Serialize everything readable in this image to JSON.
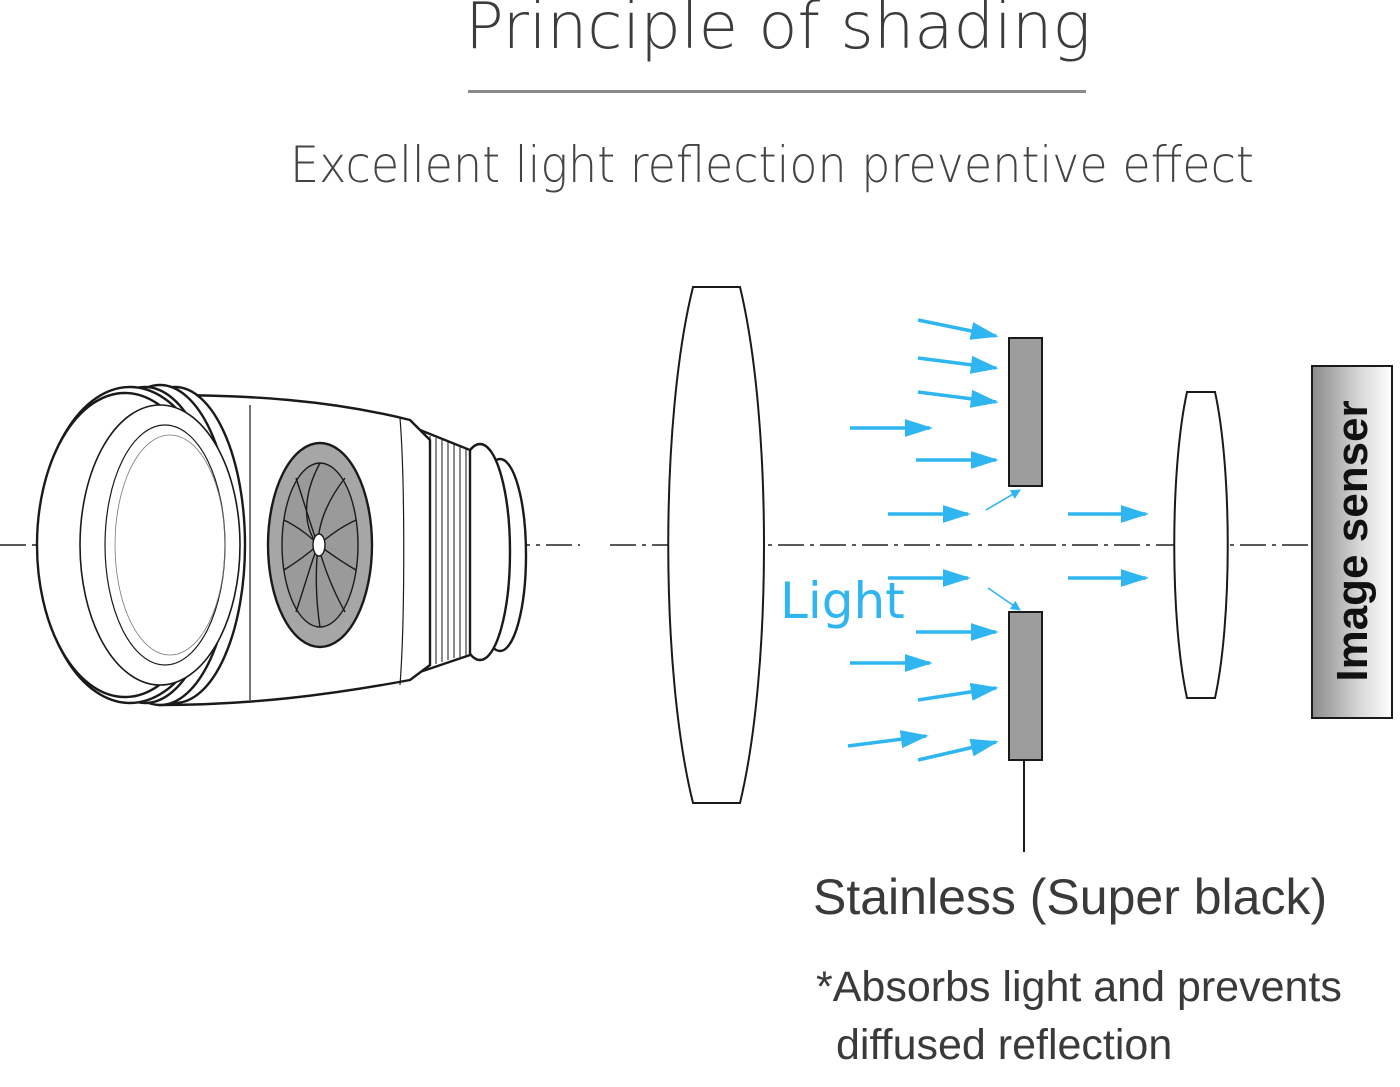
{
  "title": "Principle of shading",
  "subtitle": "Excellent light reflection preventive effect",
  "labels": {
    "light": "Light",
    "image_sensor": "Image senser",
    "stainless": "Stainless (Super black)",
    "note_line1": "*Absorbs light and prevents",
    "note_line2": "diffused reflection"
  },
  "colors": {
    "light_arrow": "#2fb5f0",
    "shade_plate": "#9d9d9d",
    "text": "#3a3a3a"
  },
  "icons": [
    "camera-lens-illustration",
    "aperture-blades-icon"
  ]
}
